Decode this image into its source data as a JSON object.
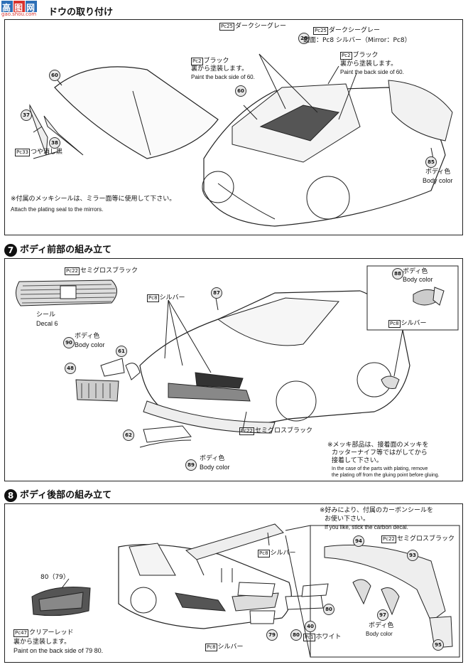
{
  "watermark": {
    "logo": "高图网",
    "url": "gao.shou.com"
  },
  "step6": {
    "title": "ドウの取り付け",
    "part_60_top": "60",
    "part_37": "37",
    "part_38": "38",
    "matte_black": "つや消し黒",
    "matte_black_pc": "33",
    "dark_grey_left": "ダークシーグレー",
    "dark_grey_left_pc": "25",
    "black_paint_left": "ブラック",
    "black_paint_left_pc": "2",
    "back_paint_left": "裏から塗装します。",
    "back_paint_left_en": "Paint the back side of 60.",
    "part_60_mid": "60",
    "part_26": "26",
    "dark_grey_right": "ダークシーグレー",
    "dark_grey_right_pc": "25",
    "mirror_text": "鏡面：Pc8 シルバー（Mirror：Pc8）",
    "black_paint_right": "ブラック",
    "black_paint_right_pc": "2",
    "back_paint_right": "裏から塗装します。",
    "back_paint_right_en": "Paint the back side of 60.",
    "part_85": "85",
    "body_color_jp": "ボディ色",
    "body_color_en": "Body color",
    "note_jp": "※付属のメッキシールは、ミラー面等に使用して下さい。",
    "note_en": "Attach the plating seal to the mirrors."
  },
  "step7": {
    "number": "7",
    "title": "ボディ前部の組み立て",
    "semigloss_top": "セミグロスブラック",
    "semigloss_top_pc": "22",
    "seal_jp": "シール",
    "seal_en": "Decal",
    "seal_num": "6",
    "silver": "シルバー",
    "silver_pc": "8",
    "part_87": "87",
    "part_88": "88",
    "mirror_body_color_jp": "ボディ色",
    "mirror_body_color_en": "Body color",
    "mirror_silver": "シルバー",
    "mirror_silver_pc": "8",
    "part_90": "90",
    "body_color_90_jp": "ボディ色",
    "body_color_90_en": "Body color",
    "part_61": "61",
    "part_48": "48",
    "part_62": "62",
    "part_89": "89",
    "body_color_89_jp": "ボディ色",
    "body_color_89_en": "Body color",
    "semigloss_bottom": "セミグロスブラック",
    "semigloss_bottom_pc": "22",
    "note_jp_1": "※メッキ部品は、接着面のメッキを",
    "note_jp_2": "カッターナイフ等ではがしてから",
    "note_jp_3": "接着して下さい。",
    "note_en_1": "In the case of the parts with plating, remove",
    "note_en_2": "the plating off from the gluing point before gluing."
  },
  "step8": {
    "number": "8",
    "title": "ボディ後部の組み立て",
    "carbon_note_jp_1": "※好みにより、付属のカーボンシールを",
    "carbon_note_jp_2": "お使い下さい。",
    "carbon_note_en": "If you like, stick the carbon decal.",
    "part_94": "94",
    "semigloss": "セミグロスブラック",
    "semigloss_pc": "22",
    "part_93": "93",
    "part_97": "97",
    "body_color_jp": "ボディ色",
    "body_color_en": "Body color",
    "part_95": "95",
    "silver_top": "シルバー",
    "silver_top_pc": "8",
    "part_80_label": "80（79）",
    "part_80_right": "80",
    "part_79": "79",
    "part_80_b": "80",
    "part_40": "40",
    "white": "ホワイト",
    "white_pc": "1",
    "clear_red": "クリアーレッド",
    "clear_red_pc": "47",
    "clear_red_back": "裏から塗装します。",
    "clear_red_en": "Paint on the back side of 79 80.",
    "silver_bottom": "シルバー",
    "silver_bottom_pc": "8"
  }
}
